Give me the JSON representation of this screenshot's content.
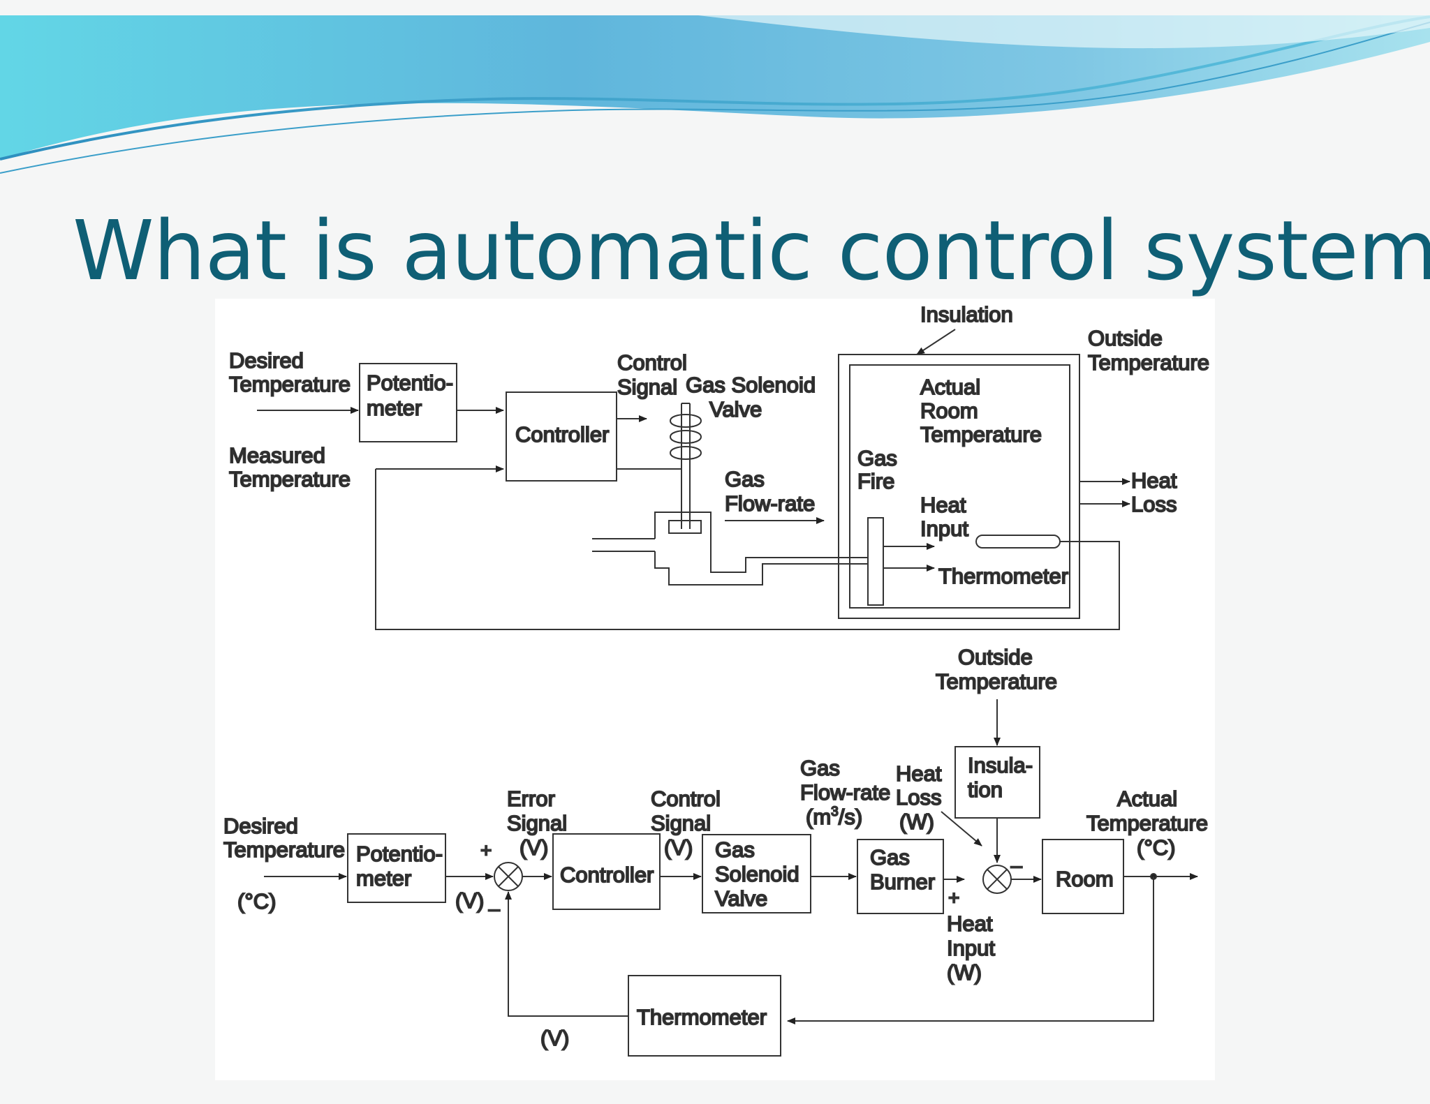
{
  "slide": {
    "title": "What is automatic control system?"
  },
  "schematic": {
    "labels": {
      "desired_temperature": [
        "Desired",
        "Temperature"
      ],
      "potentiometer": [
        "Potentio-",
        "meter"
      ],
      "measured_temperature": [
        "Measured",
        "Temperature"
      ],
      "controller": "Controller",
      "control_signal": [
        "Control",
        "Signal"
      ],
      "gas_solenoid_valve": [
        "Gas Solenoid",
        "Valve"
      ],
      "gas_flow_rate": [
        "Gas",
        "Flow-rate"
      ],
      "insulation": "Insulation",
      "outside_temperature": [
        "Outside",
        "Temperature"
      ],
      "actual_room_temperature": [
        "Actual",
        "Room",
        "Temperature"
      ],
      "gas_fire": [
        "Gas",
        "Fire"
      ],
      "heat_input": [
        "Heat",
        "Input"
      ],
      "heat_loss": [
        "Heat",
        "Loss"
      ],
      "thermometer": "Thermometer"
    }
  },
  "block_diagram": {
    "labels": {
      "desired_temperature": [
        "Desired",
        "Temperature"
      ],
      "unit_c": "(°C)",
      "potentiometer": [
        "Potentio-",
        "meter"
      ],
      "unit_v_in": "(V)",
      "plus": "+",
      "minus": "_",
      "error_signal": [
        "Error",
        "Signal",
        "(V)"
      ],
      "controller": "Controller",
      "control_signal": [
        "Control",
        "Signal",
        "(V)"
      ],
      "gas_solenoid_valve": [
        "Gas",
        "Solenoid",
        "Valve"
      ],
      "gas_flow_rate": [
        "Gas",
        "Flow-rate",
        "(m"
      ],
      "superscript_3": "3",
      "flow_unit_tail": "/s)",
      "heat_loss": [
        "Heat",
        "Loss",
        "(W)"
      ],
      "outside_temperature": [
        "Outside",
        "Temperature"
      ],
      "insulation": [
        "Insula-",
        "tion"
      ],
      "gas_burner": [
        "Gas",
        "Burner"
      ],
      "heat_input": [
        "Heat",
        "Input",
        "(W)"
      ],
      "room": "Room",
      "actual_temperature": [
        "Actual",
        "Temperature",
        "(°C)"
      ],
      "thermometer": "Thermometer",
      "feedback_unit": "(V)"
    }
  }
}
